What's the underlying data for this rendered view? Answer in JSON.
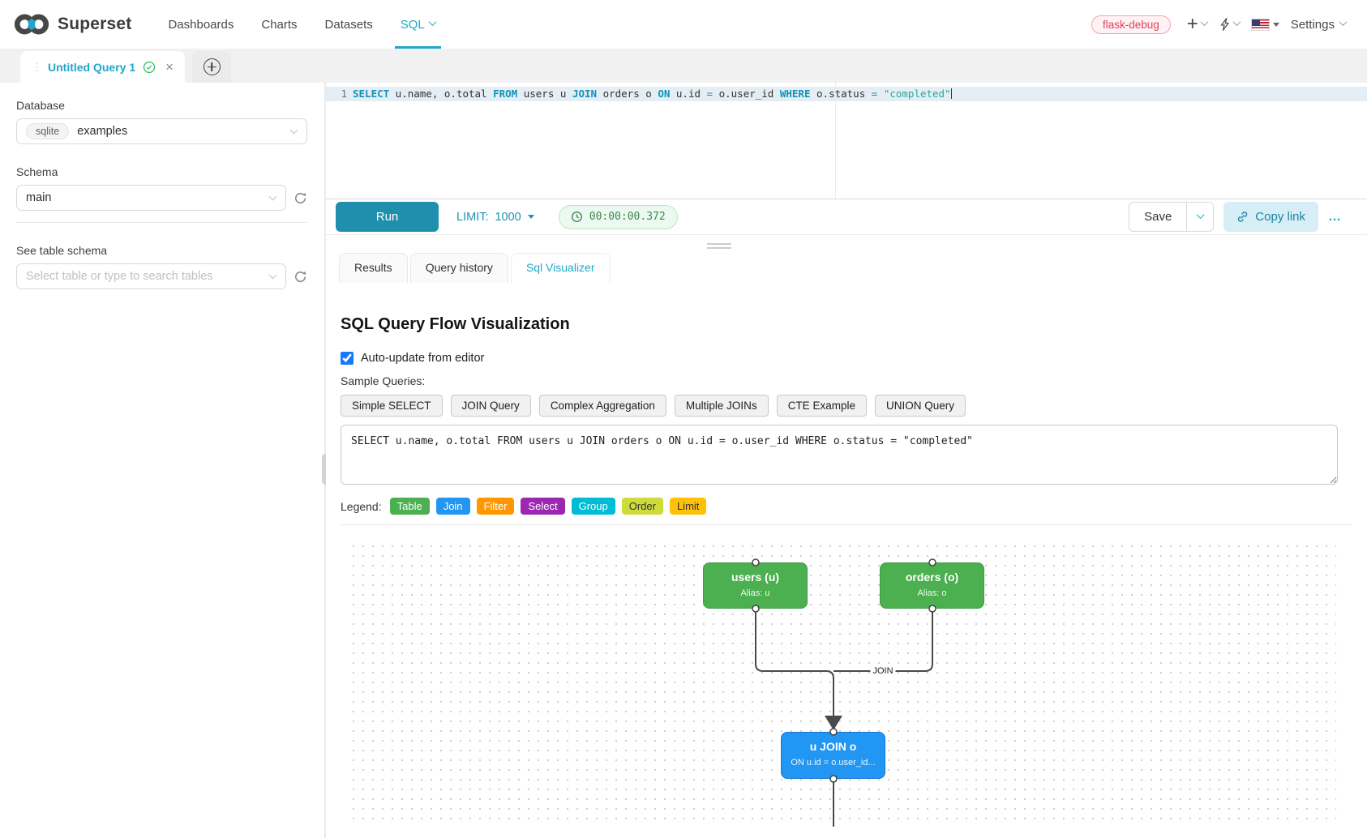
{
  "navbar": {
    "brand": "Superset",
    "items": [
      {
        "label": "Dashboards",
        "active": false
      },
      {
        "label": "Charts",
        "active": false
      },
      {
        "label": "Datasets",
        "active": false
      },
      {
        "label": "SQL",
        "active": true
      }
    ],
    "env_badge": "flask-debug",
    "plus_label": "+",
    "settings_label": "Settings"
  },
  "query_tab": {
    "title": "Untitled Query 1"
  },
  "sidebar": {
    "database_label": "Database",
    "database_engine_badge": "sqlite",
    "database_value": "examples",
    "schema_label": "Schema",
    "schema_value": "main",
    "table_schema_label": "See table schema",
    "table_placeholder": "Select table or type to search tables"
  },
  "editor": {
    "line_number": "1",
    "sql_tokens": [
      {
        "t": "SELECT",
        "c": "kw"
      },
      {
        "t": " u.name, o.total ",
        "c": "pl"
      },
      {
        "t": "FROM",
        "c": "kw"
      },
      {
        "t": " users u ",
        "c": "pl"
      },
      {
        "t": "JOIN",
        "c": "kw"
      },
      {
        "t": " orders o ",
        "c": "pl"
      },
      {
        "t": "ON",
        "c": "kw"
      },
      {
        "t": " u.id ",
        "c": "pl"
      },
      {
        "t": "=",
        "c": "op"
      },
      {
        "t": " o.user_id ",
        "c": "pl"
      },
      {
        "t": "WHERE",
        "c": "kw"
      },
      {
        "t": " o.status ",
        "c": "pl"
      },
      {
        "t": "=",
        "c": "op"
      },
      {
        "t": " ",
        "c": "pl"
      },
      {
        "t": "\"completed\"",
        "c": "str"
      }
    ]
  },
  "toolbar": {
    "run_label": "Run",
    "limit_label": "LIMIT:",
    "limit_value": "1000",
    "timer": "00:00:00.372",
    "save_label": "Save",
    "copy_link_label": "Copy link",
    "more_label": "…"
  },
  "result_tabs": [
    {
      "label": "Results",
      "active": false
    },
    {
      "label": "Query history",
      "active": false
    },
    {
      "label": "Sql Visualizer",
      "active": true
    }
  ],
  "visualizer": {
    "title": "SQL Query Flow Visualization",
    "auto_update_label": "Auto-update from editor",
    "auto_update_checked": true,
    "sample_queries_label": "Sample Queries:",
    "sample_buttons": [
      "Simple SELECT",
      "JOIN Query",
      "Complex Aggregation",
      "Multiple JOINs",
      "CTE Example",
      "UNION Query"
    ],
    "query_text": "SELECT u.name, o.total FROM users u JOIN orders o ON u.id = o.user_id WHERE o.status = \"completed\"",
    "legend_label": "Legend:",
    "legend": [
      {
        "label": "Table",
        "bg": "#4CAF50",
        "fg": "#ffffff"
      },
      {
        "label": "Join",
        "bg": "#2196F3",
        "fg": "#ffffff"
      },
      {
        "label": "Filter",
        "bg": "#FF9800",
        "fg": "#ffffff"
      },
      {
        "label": "Select",
        "bg": "#9C27B0",
        "fg": "#ffffff"
      },
      {
        "label": "Group",
        "bg": "#00BCD4",
        "fg": "#ffffff"
      },
      {
        "label": "Order",
        "bg": "#CDDC39",
        "fg": "#333333"
      },
      {
        "label": "Limit",
        "bg": "#FFC107",
        "fg": "#333333"
      }
    ],
    "flow": {
      "nodes": [
        {
          "title": "users (u)",
          "subtitle": "Alias: u",
          "type": "table"
        },
        {
          "title": "orders (o)",
          "subtitle": "Alias: o",
          "type": "table"
        },
        {
          "title": "u JOIN o",
          "subtitle": "ON u.id = o.user_id...",
          "type": "join"
        }
      ],
      "edge_label": "JOIN"
    }
  },
  "colors": {
    "brand": "#20a7c9",
    "run_button": "#1f8fad",
    "env_badge_text": "#e04355",
    "table_node": "#4CAF50",
    "join_node": "#2196F3",
    "timer_text": "#41864e"
  }
}
